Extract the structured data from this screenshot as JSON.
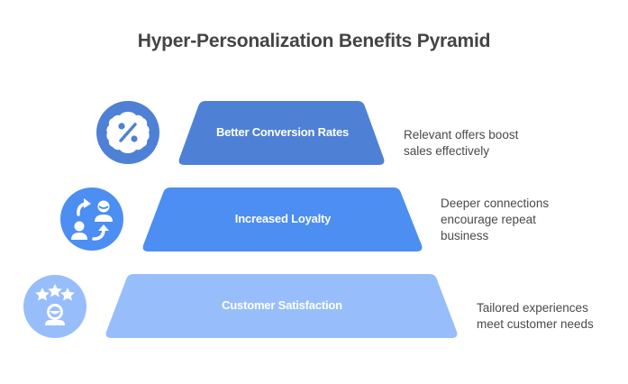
{
  "title": "Hyper-Personalization Benefits Pyramid",
  "tiers": [
    {
      "label": "Better Conversion Rates",
      "color": "#4E81D6",
      "icon": "percent-badge-icon",
      "description_lines": [
        "Relevant offers boost",
        "sales effectively"
      ]
    },
    {
      "label": "Increased Loyalty",
      "color": "#4C8EF2",
      "icon": "customer-exchange-icon",
      "description_lines": [
        "Deeper connections",
        "encourage repeat",
        "business"
      ]
    },
    {
      "label": "Customer Satisfaction",
      "color": "#97BEFB",
      "icon": "star-rating-person-icon",
      "description_lines": [
        "Tailored experiences",
        "meet customer needs"
      ]
    }
  ]
}
